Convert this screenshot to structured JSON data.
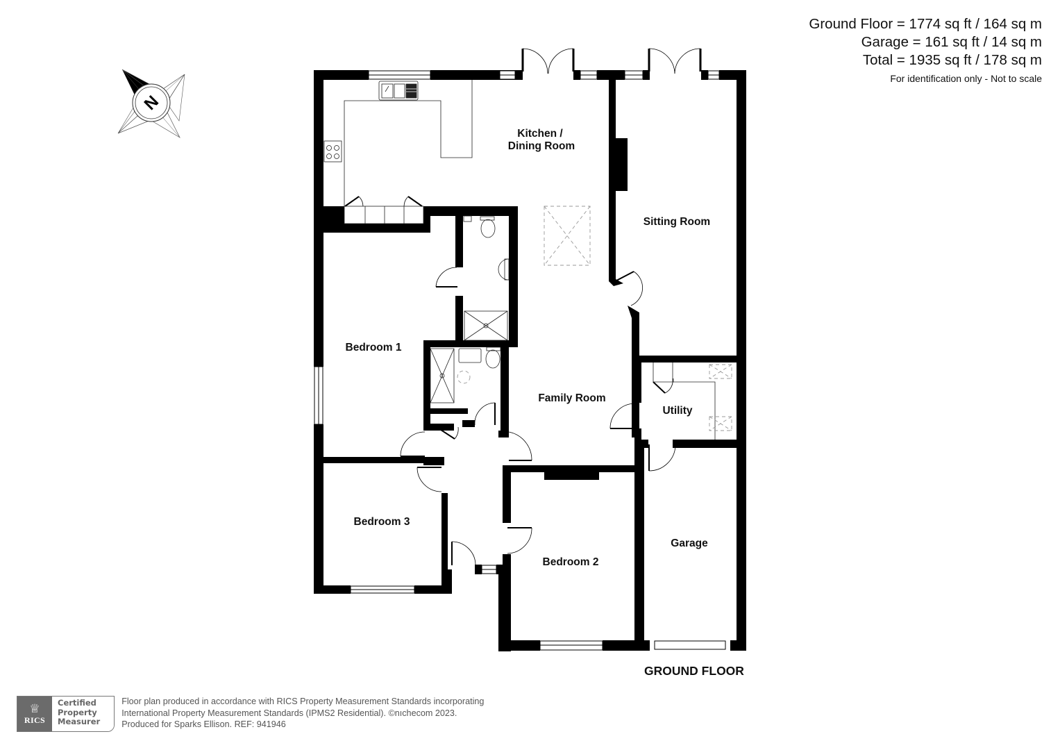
{
  "areas": {
    "ground_floor": "Ground Floor = 1774 sq ft / 164 sq m",
    "garage": "Garage = 161 sq ft / 14 sq m",
    "total": "Total = 1935 sq ft / 178 sq m",
    "note": "For identification only - Not to scale"
  },
  "compass": {
    "icon": "compass-north-icon",
    "letter": "N"
  },
  "plan": {
    "floor_title": "GROUND FLOOR",
    "rooms": {
      "kitchen_line1": "Kitchen /",
      "kitchen_line2": "Dining Room",
      "sitting_room": "Sitting Room",
      "bedroom_1": "Bedroom 1",
      "family_room": "Family Room",
      "utility": "Utility",
      "bedroom_3": "Bedroom 3",
      "bedroom_2": "Bedroom 2",
      "garage": "Garage"
    },
    "colors": {
      "wall": "#000000",
      "fixture_line": "#444444",
      "skylight": "#999999",
      "background": "#ffffff"
    }
  },
  "footer": {
    "badge": {
      "icon": "rics-lion-icon",
      "org": "RICS",
      "line1": "Certified",
      "line2": "Property",
      "line3": "Measurer"
    },
    "text_line1": "Floor plan produced in accordance with RICS Property Measurement Standards incorporating",
    "text_line2": "International Property Measurement Standards (IPMS2 Residential).   ©nıchecom 2023.",
    "text_line3": "Produced for Sparks Ellison.   REF:  941946"
  }
}
